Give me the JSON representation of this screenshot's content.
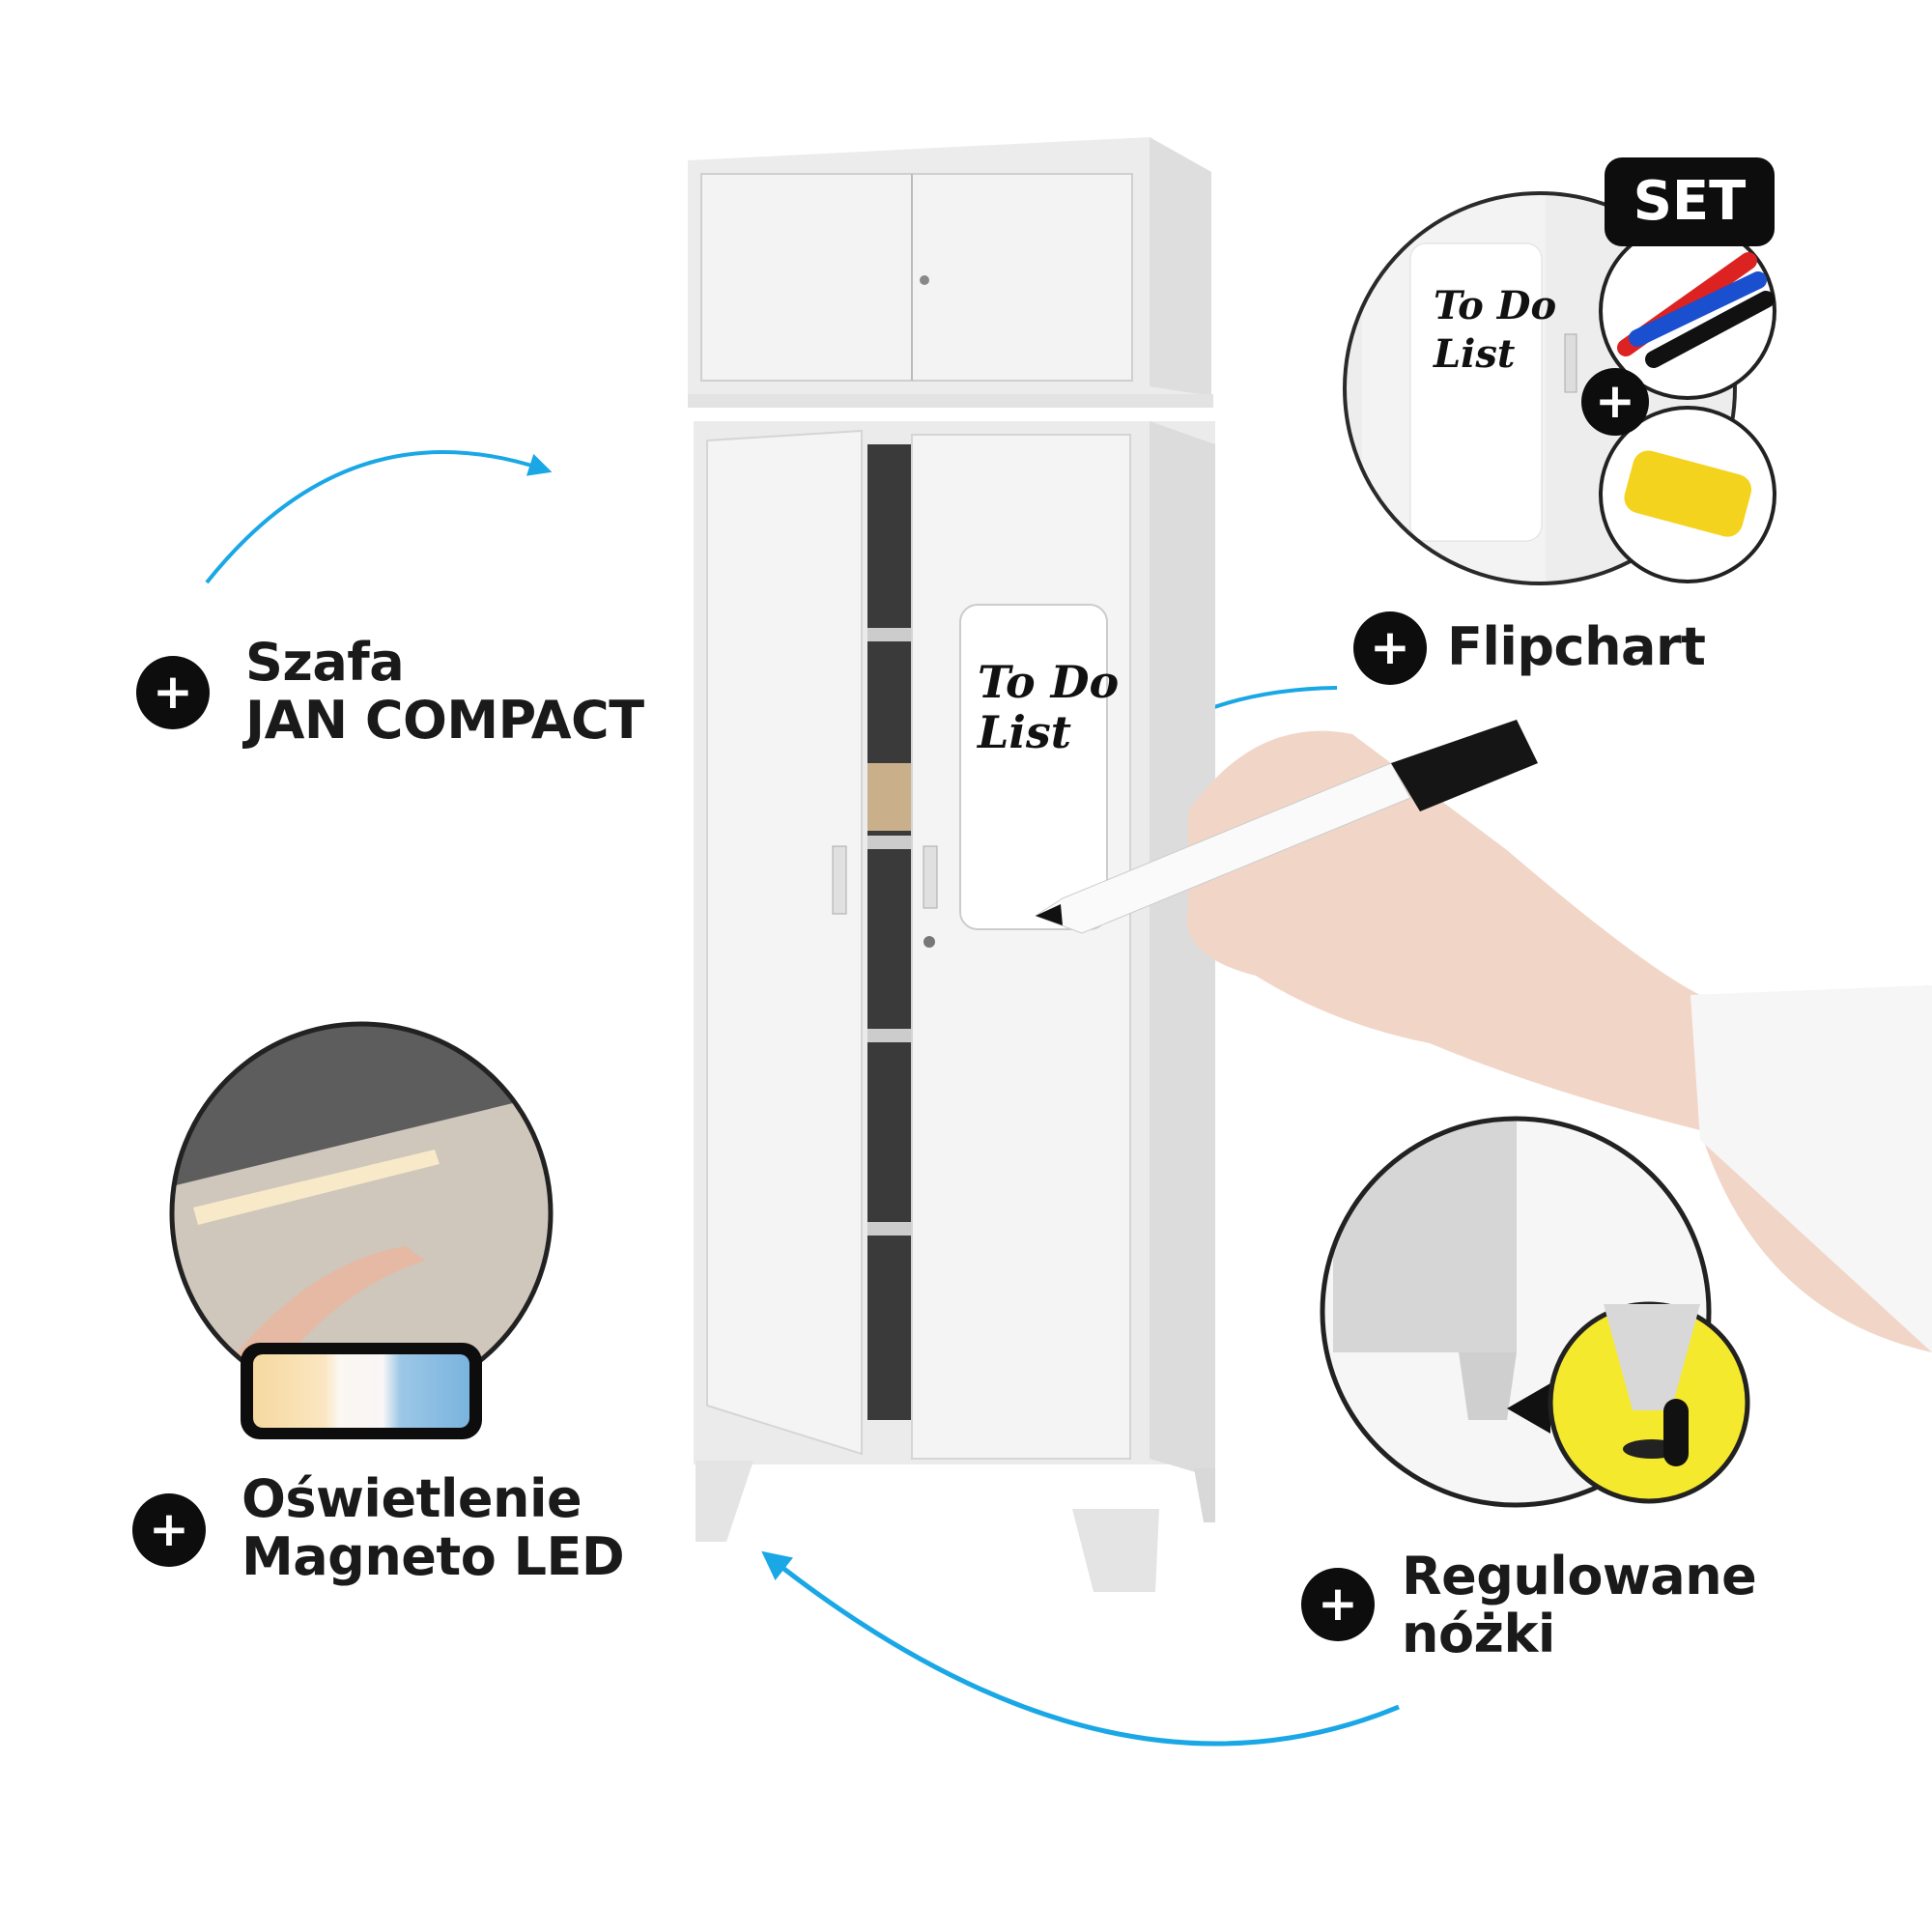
{
  "labels": {
    "cabinet": {
      "line1": "Szafa",
      "line2": "JAN COMPACT"
    },
    "flipchart": {
      "line1": "Flipchart"
    },
    "lighting": {
      "line1": "Oświetlenie",
      "line2": "Magneto LED"
    },
    "legs": {
      "line1": "Regulowane",
      "line2": "nóżki"
    }
  },
  "badge": {
    "set": "SET"
  },
  "plus_symbol": "+",
  "flipchart_text": {
    "line1": "To Do",
    "line2": "List"
  },
  "colors": {
    "accent_arrow": "#1aa7e6",
    "highlight_yellow": "#f5e92e",
    "dark": "#0d0d0d"
  }
}
